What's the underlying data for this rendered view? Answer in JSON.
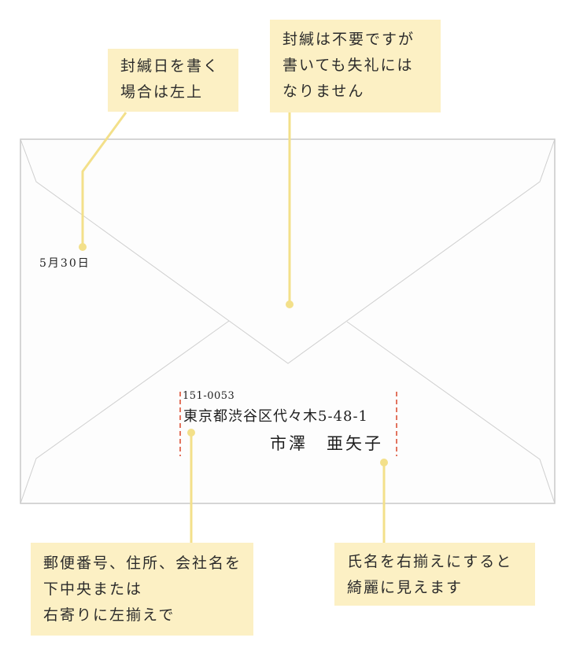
{
  "callouts": {
    "seal_date": {
      "lines": [
        "封緘日を書く",
        "場合は左上"
      ]
    },
    "seal_mark": {
      "lines": [
        "封緘は不要ですが",
        "書いても失礼には",
        "なりません"
      ]
    },
    "address_block": {
      "lines": [
        "郵便番号、住所、会社名を",
        "下中央または",
        "右寄りに左揃えで"
      ]
    },
    "name_align": {
      "lines": [
        "氏名を右揃えにすると",
        "綺麗に見えます"
      ]
    }
  },
  "envelope": {
    "date": "5月30日",
    "postal_code": "151-0053",
    "address": "東京都渋谷区代々木5-48-1",
    "recipient_name": "市澤　亜矢子"
  },
  "colors": {
    "callout_bg": "#fcf0c4",
    "leader_line": "#f3e08a",
    "guide_line": "#d9472b",
    "envelope_border": "#c8c8c8",
    "envelope_fill": "#fdfdfd"
  }
}
